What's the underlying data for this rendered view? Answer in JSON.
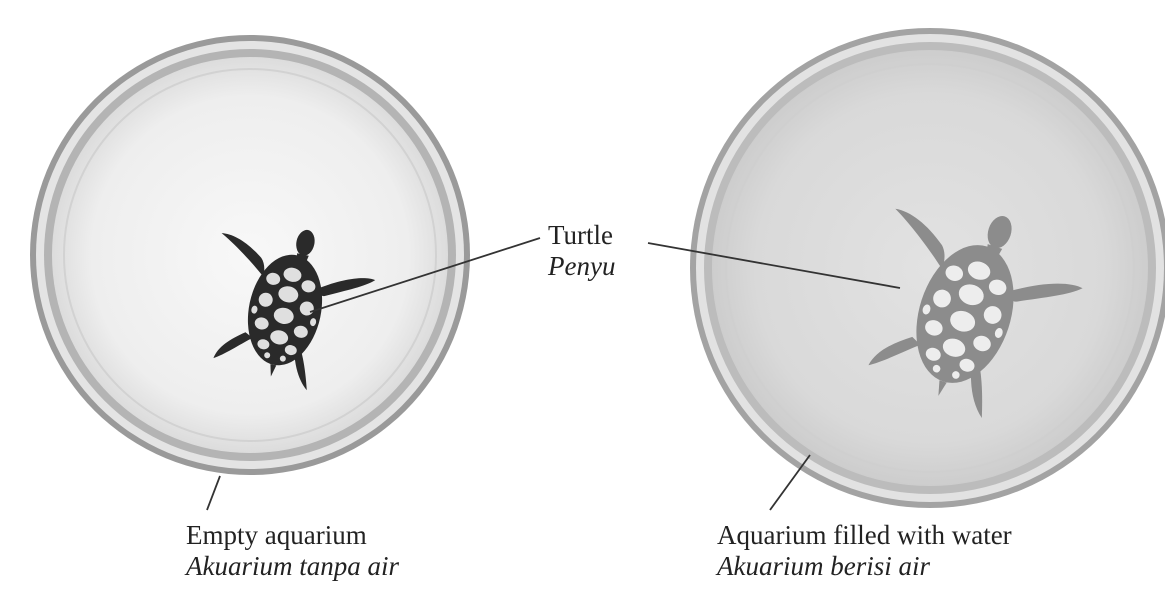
{
  "figure": {
    "labels": {
      "turtle": {
        "en": "Turtle",
        "ms": "Penyu"
      },
      "empty_aquarium": {
        "en": "Empty aquarium",
        "ms": "Akuarium tanpa air"
      },
      "water_aquarium": {
        "en": "Aquarium filled with water",
        "ms": "Akuarium berisi air"
      }
    },
    "colors": {
      "rim_dark": "#8a8a8a",
      "rim_light": "#e6e6e6",
      "empty_floor": "#f1f1f1",
      "water_floor": "#dedede",
      "turtle_dark": "#2a2a2a",
      "turtle_faded": "#8c8c8c",
      "leader_line": "#333333"
    }
  }
}
